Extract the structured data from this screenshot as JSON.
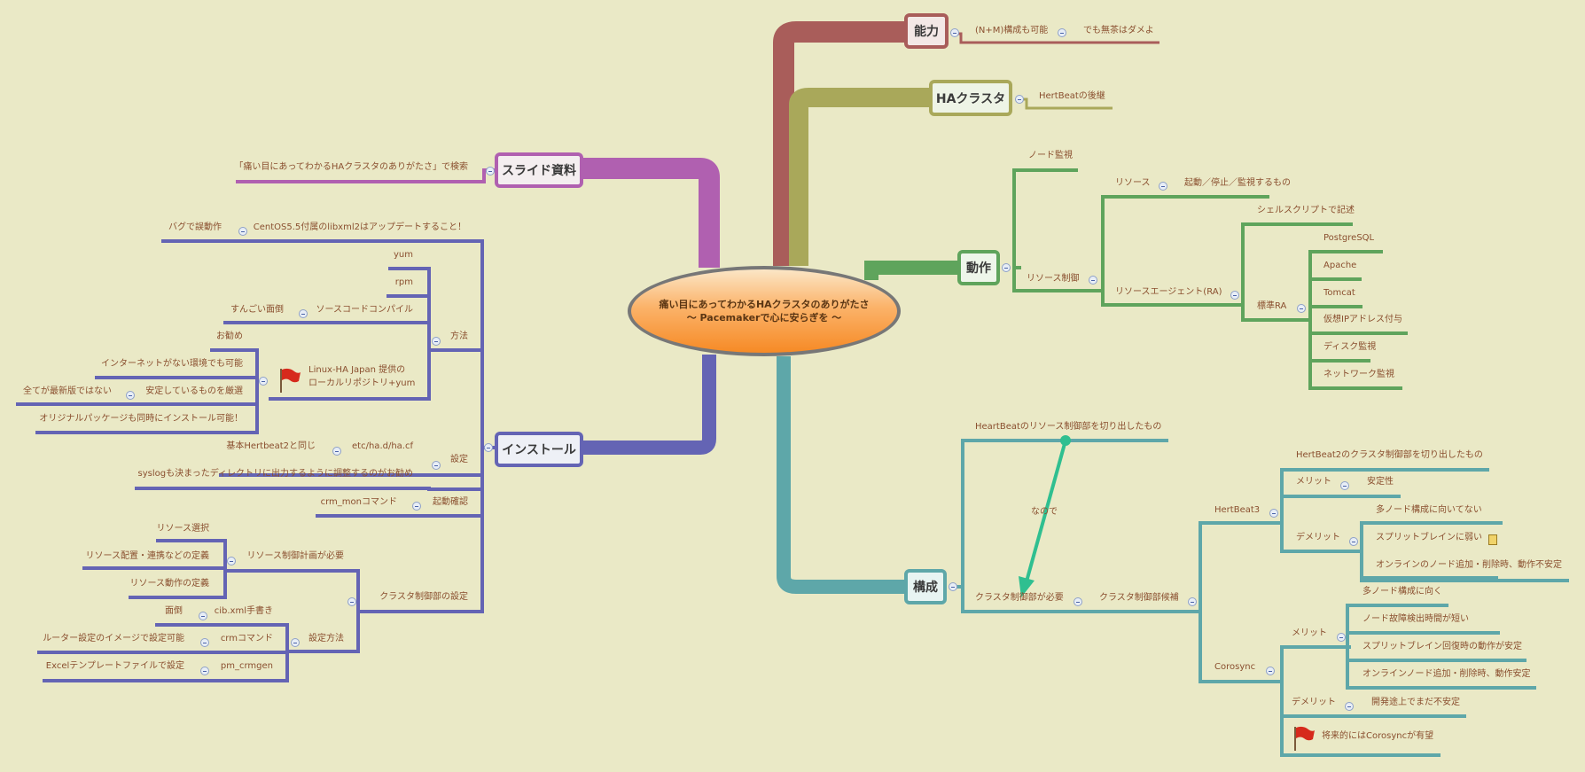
{
  "central": {
    "line1": "痛い目にあってわかるHAクラスタのありがたさ",
    "line2": "〜 Pacemakerで心に安らぎを 〜"
  },
  "colors": {
    "background": "#eae9c6",
    "nouryoku": "#a95d5a",
    "ha": "#a9a85a",
    "dousa": "#5fa45c",
    "kousei": "#5ea7a9",
    "slide": "#b060b0",
    "install": "#6464b4",
    "arrow": "#2fbf90"
  },
  "nouryoku": {
    "title": "能力",
    "t1": "(N+M)構成も可能",
    "t2": "でも無茶はダメよ"
  },
  "ha": {
    "title": "HAクラスタ",
    "t1": "HertBeatの後継"
  },
  "dousa": {
    "title": "動作",
    "node": "ノード監視",
    "resource_ctrl": "リソース制御",
    "resource": "リソース",
    "resource_desc": "起動／停止／監視するもの",
    "ra": "リソースエージェント(RA)",
    "shell": "シェルスクリプトで記述",
    "std_ra": "標準RA",
    "ra_items": [
      "PostgreSQL",
      "Apache",
      "Tomcat",
      "仮想IPアドレス付与",
      "ディスク監視",
      "ネットワーク監視"
    ]
  },
  "kousei": {
    "title": "構成",
    "hb_cut": "HeartBeatのリソース制御部を切り出したもの",
    "nanode": "なので",
    "need": "クラスタ制御部が必要",
    "candidate": "クラスタ制御部候補",
    "hb3": "HertBeat3",
    "hb3_desc": "HertBeat2のクラスタ制御部を切り出したもの",
    "merit": "メリット",
    "hb3_merit": "安定性",
    "demerit": "デメリット",
    "hb3_dm": [
      "多ノード構成に向いてない",
      "スプリットブレインに弱い",
      "オンラインのノード追加・削除時、動作不安定"
    ],
    "corosync": "Corosync",
    "co_merit": [
      "多ノード構成に向く",
      "ノード故障検出時間が短い",
      "スプリットブレイン回復時の動作が安定",
      "オンラインノード追加・削除時、動作安定"
    ],
    "co_dm": "開発途上でまだ不安定",
    "future": "将来的にはCorosyncが有望"
  },
  "slide": {
    "title": "スライド資料",
    "t1": "「痛い目にあってわかるHAクラスタのありがたさ」で検索"
  },
  "install": {
    "title": "インストール",
    "centos": "CentOS5.5付属のlibxml2はアップデートすること！",
    "bug": "バグで誤動作",
    "houhou": "方法",
    "yum": "yum",
    "rpm": "rpm",
    "src": "ソースコードコンパイル",
    "sugoi": "すんごい面倒",
    "linuxha1": "Linux-HA Japan 提供の",
    "linuxha2": "ローカルリポジトリ+yum",
    "osusume": "お勧め",
    "internet": "インターネットがない環境でも可能",
    "anteishita": "安定しているものを厳選",
    "zenbu": "全てが最新版ではない",
    "original": "オリジナルパッケージも同時にインストール可能！",
    "settei": "設定",
    "hacf": "etc/ha.d/ha.cf",
    "hb2": "基本Hertbeat2と同じ",
    "syslog": "syslogも決まったディレクトリに出力するように調整するのがお勧め",
    "kidou": "起動確認",
    "crmmon": "crm_monコマンド",
    "cluster_settei": "クラスタ制御部の設定",
    "keikaku": "リソース制御計画が必要",
    "res_sentaku": "リソース選択",
    "res_haichi": "リソース配置・連携などの定義",
    "res_dousa": "リソース動作の定義",
    "settei_houhou": "設定方法",
    "cibxml": "cib.xml手書き",
    "mendou": "面倒",
    "crm": "crmコマンド",
    "router": "ルーター設定のイメージで設定可能",
    "pmcrmgen": "pm_crmgen",
    "excel": "Excelテンプレートファイルで設定"
  }
}
